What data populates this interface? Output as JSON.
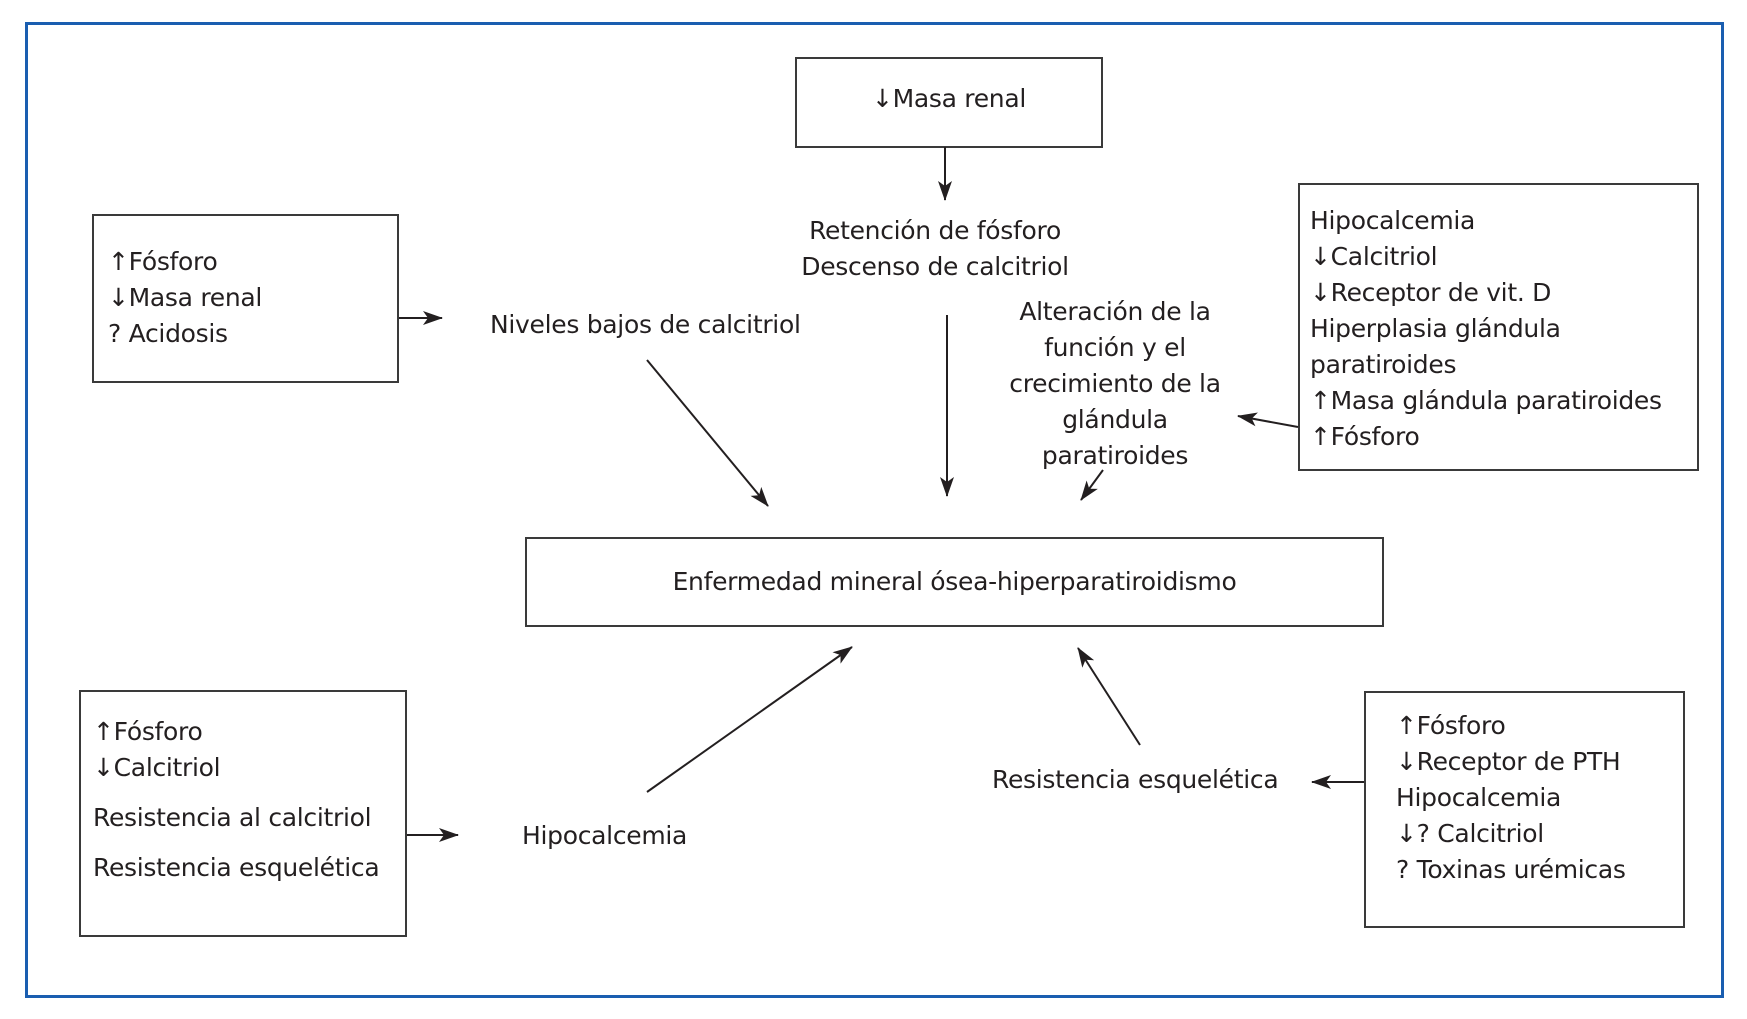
{
  "diagram": {
    "central_node": "Enfermedad mineral ósea-hiperparatiroidismo",
    "top_box": {
      "lines": [
        "↓Masa renal"
      ]
    },
    "retention_label": {
      "lines": [
        "Retención de fósforo",
        "Descenso de calcitriol"
      ]
    },
    "left_top_box": {
      "lines": [
        "↑Fósforo",
        "↓Masa renal",
        "? Acidosis"
      ]
    },
    "low_calcitriol_label": "Niveles bajos de calcitriol",
    "parathyroid_label": {
      "lines": [
        "Alteración de la",
        "función y el",
        "crecimiento de la",
        "glándula",
        "paratiroides"
      ]
    },
    "right_top_box": {
      "lines": [
        "Hipocalcemia",
        "↓Calcitriol",
        "↓Receptor de vit. D",
        "Hiperplasia glándula",
        "paratiroides",
        "↑Masa glándula paratiroides",
        "↑Fósforo"
      ]
    },
    "bottom_left_box": {
      "lines": [
        "↑Fósforo",
        "↓Calcitriol",
        "Resistencia al calcitriol",
        "Resistencia esquelética"
      ]
    },
    "hypocalcemia_label": "Hipocalcemia",
    "skeletal_resistance_label": "Resistencia esquelética",
    "bottom_right_box": {
      "lines": [
        "↑Fósforo",
        "↓Receptor de PTH",
        "Hipocalcemia",
        "↓? Calcitriol",
        "? Toxinas urémicas"
      ]
    },
    "edges": [
      {
        "from": "top_box",
        "to": "retention_label"
      },
      {
        "from": "left_top_box",
        "to": "low_calcitriol_label"
      },
      {
        "from": "low_calcitriol_label",
        "to": "central_node"
      },
      {
        "from": "retention_label",
        "to": "central_node"
      },
      {
        "from": "right_top_box",
        "to": "parathyroid_label"
      },
      {
        "from": "parathyroid_label",
        "to": "central_node"
      },
      {
        "from": "bottom_left_box",
        "to": "hypocalcemia_label"
      },
      {
        "from": "hypocalcemia_label",
        "to": "central_node"
      },
      {
        "from": "bottom_right_box",
        "to": "skeletal_resistance_label"
      },
      {
        "from": "skeletal_resistance_label",
        "to": "central_node"
      }
    ]
  },
  "colors": {
    "frame": "#1a5eb0",
    "stroke": "#231f20"
  }
}
